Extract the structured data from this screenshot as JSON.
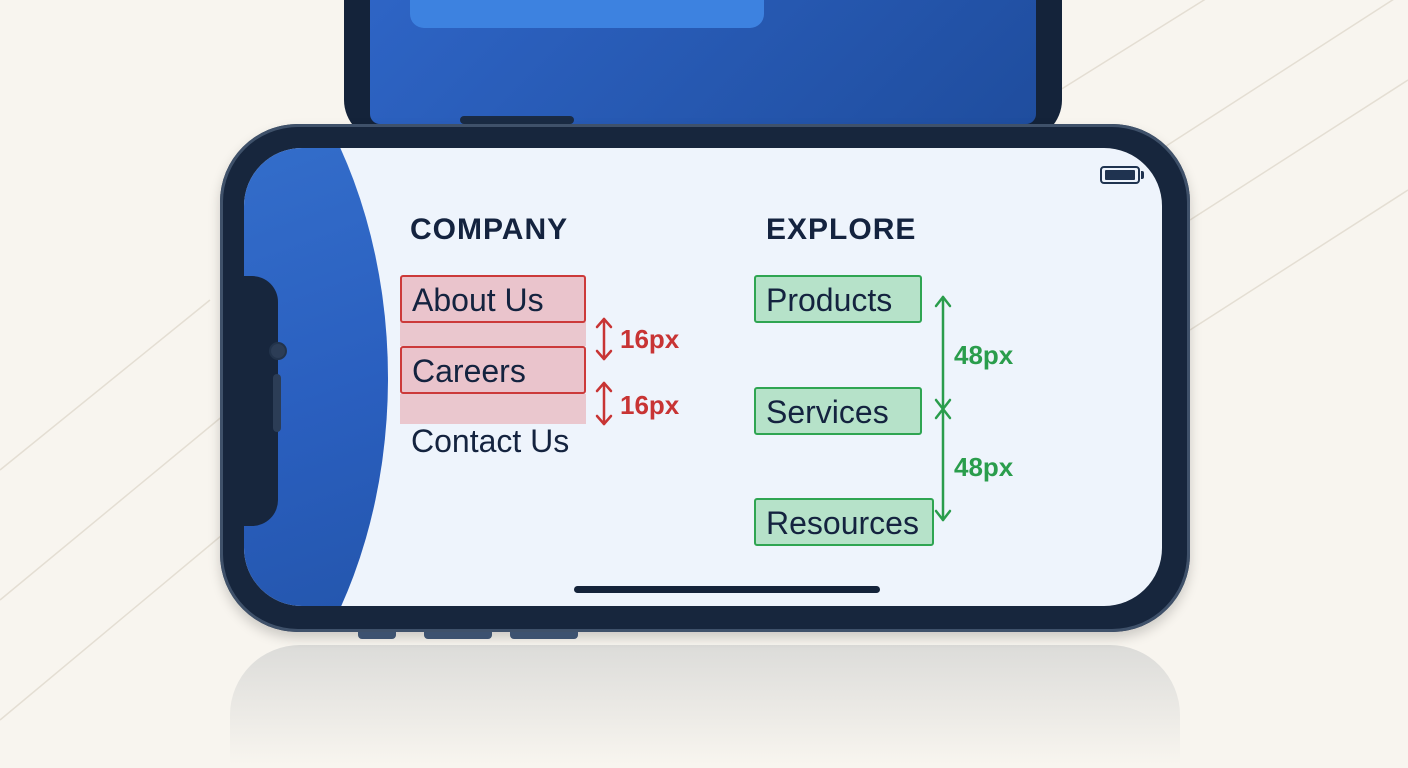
{
  "company": {
    "heading": "COMPANY",
    "items": [
      "About Us",
      "Careers",
      "Contact Us"
    ],
    "spacing_labels": [
      "16px",
      "16px"
    ]
  },
  "explore": {
    "heading": "EXPLORE",
    "items": [
      "Products",
      "Services",
      "Resources"
    ],
    "spacing_labels": [
      "48px",
      "48px"
    ]
  },
  "colors": {
    "bad_spacing": "#cc3a3a",
    "good_spacing": "#2fa552",
    "text": "#14233f",
    "accent_blue": "#2f6fd0"
  },
  "icons": [
    "battery-icon",
    "double-arrow-icon"
  ]
}
